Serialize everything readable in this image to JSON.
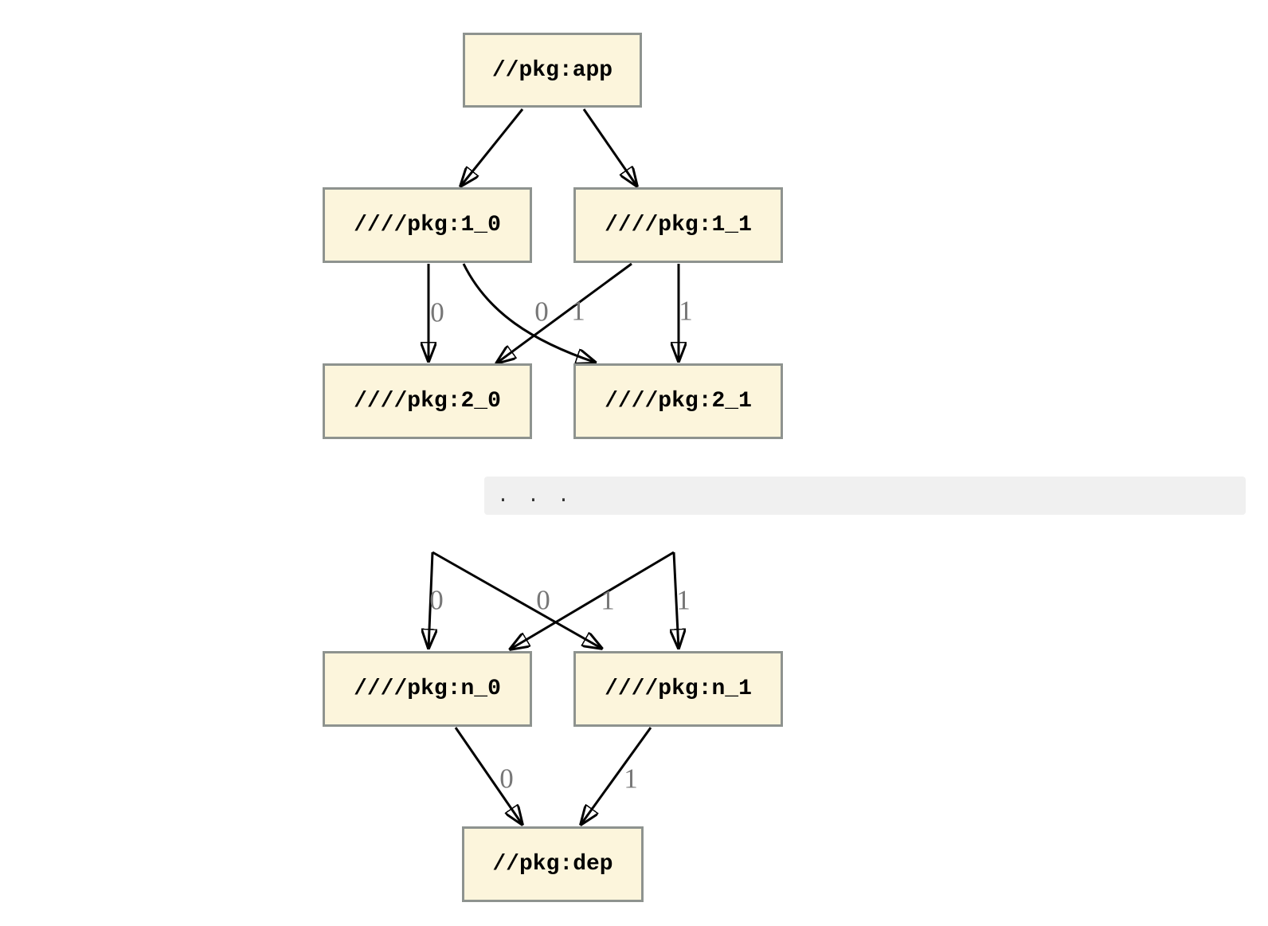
{
  "diagram": {
    "kind": "package dependency graph (two cropped sections separated by an ellipsis code block)",
    "colors": {
      "background": "#ffffff",
      "node_fill": "#FCF5DC",
      "node_border": "#8E938F",
      "edge": "#000000",
      "edge_label": "#777777",
      "code_block_bg": "#F0F0F0"
    },
    "upper_graph": {
      "nodes": [
        {
          "id": "app",
          "label": "//pkg:app"
        },
        {
          "id": "1_0",
          "label": "////pkg:1_0"
        },
        {
          "id": "1_1",
          "label": "////pkg:1_1"
        },
        {
          "id": "2_0",
          "label": "////pkg:2_0"
        },
        {
          "id": "2_1",
          "label": "////pkg:2_1"
        }
      ],
      "edges": [
        {
          "from": "//pkg:app",
          "to": "////pkg:1_0",
          "label": ""
        },
        {
          "from": "//pkg:app",
          "to": "////pkg:1_1",
          "label": ""
        },
        {
          "from": "////pkg:1_0",
          "to": "////pkg:2_0",
          "label": "0"
        },
        {
          "from": "////pkg:1_0",
          "to": "////pkg:2_1",
          "label": "0"
        },
        {
          "from": "////pkg:1_1",
          "to": "////pkg:2_0",
          "label": "1"
        },
        {
          "from": "////pkg:1_1",
          "to": "////pkg:2_1",
          "label": "1"
        }
      ]
    },
    "ellipsis_block": {
      "text": ". . ."
    },
    "lower_graph": {
      "nodes": [
        {
          "id": "n_0",
          "label": "////pkg:n_0"
        },
        {
          "id": "n_1",
          "label": "////pkg:n_1"
        },
        {
          "id": "dep",
          "label": "//pkg:dep"
        }
      ],
      "edges": [
        {
          "from": "",
          "to": "////pkg:n_0",
          "label": "0"
        },
        {
          "from": "",
          "to": "////pkg:n_1",
          "label": "0"
        },
        {
          "from": "",
          "to": "////pkg:n_0",
          "label": "1"
        },
        {
          "from": "",
          "to": "////pkg:n_1",
          "label": "1"
        },
        {
          "from": "////pkg:n_0",
          "to": "//pkg:dep",
          "label": "0"
        },
        {
          "from": "////pkg:n_1",
          "to": "//pkg:dep",
          "label": "1"
        }
      ]
    }
  }
}
